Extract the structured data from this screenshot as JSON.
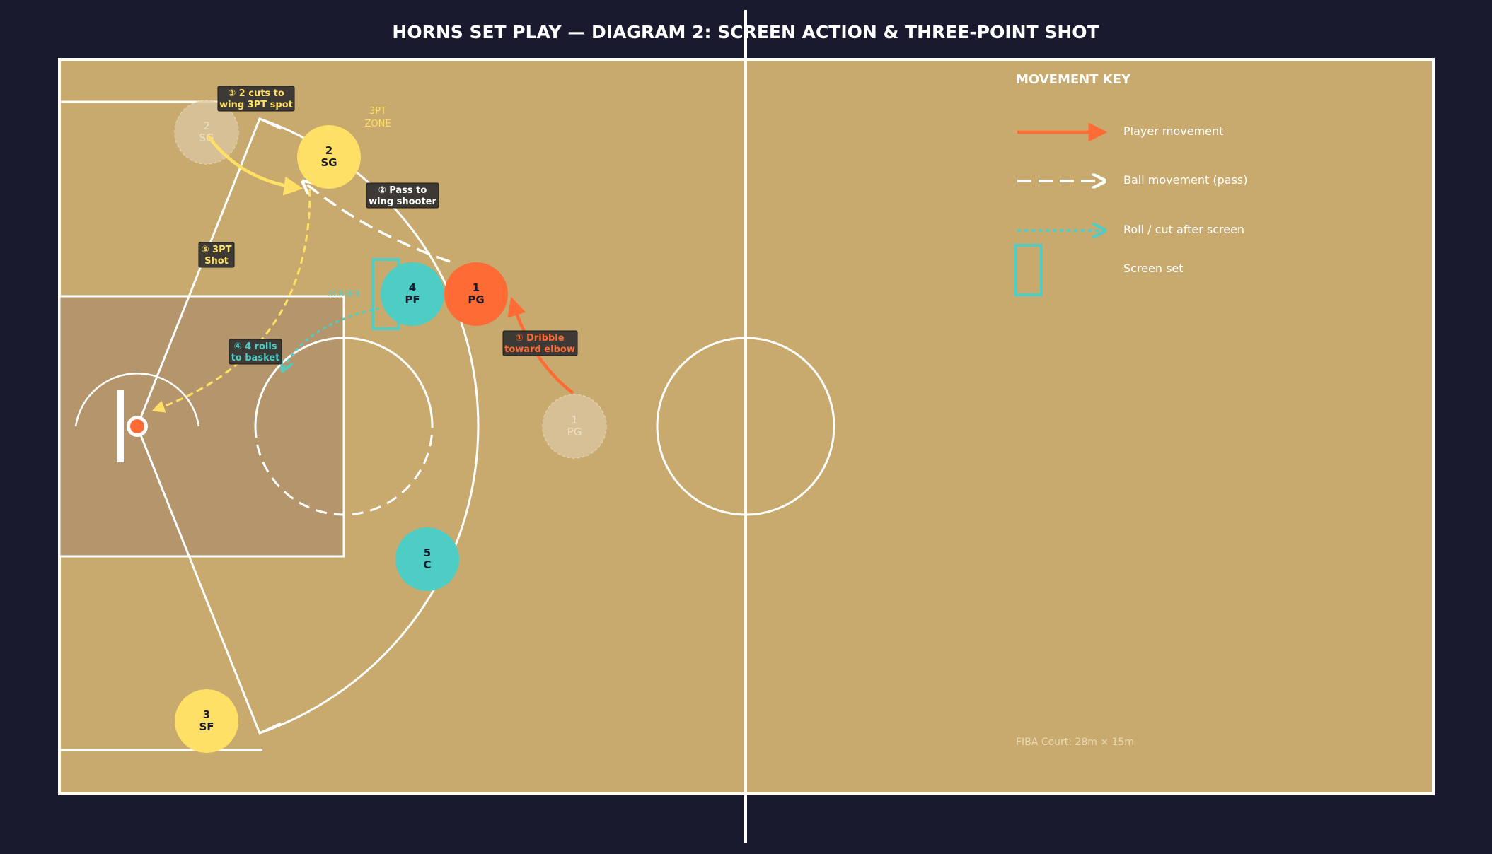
{
  "title": "HORNS SET PLAY — DIAGRAM 2: SCREEN ACTION & THREE-POINT SHOT",
  "colors": {
    "background": "#1a1a2e",
    "court": "#c8aa6e",
    "paint": "#b5956b",
    "lines": "#ffffff",
    "offense_guard": "#ffe066",
    "big_men": "#4ecdc4",
    "point_guard": "#ff6b35",
    "ghost": "#dcc6a0",
    "label_box": "#3d3a36"
  },
  "players": {
    "p2_name": "2",
    "p2_role": "SG",
    "p1_name": "1",
    "p1_role": "PG",
    "p4_name": "4",
    "p4_role": "PF",
    "p5_name": "5",
    "p5_role": "C",
    "p3_name": "3",
    "p3_role": "SF",
    "ghost2_name": "2",
    "ghost2_role": "SG",
    "ghost1_name": "1",
    "ghost1_role": "PG"
  },
  "annotations": {
    "step1_line1": "① Dribble",
    "step1_line2": "toward elbow",
    "step2_line1": "② Pass to",
    "step2_line2": "wing shooter",
    "step3_line1": "③ 2 cuts to",
    "step3_line2": "wing 3PT spot",
    "step4_line1": "④ 4 rolls",
    "step4_line2": "to basket",
    "step5_line1": "⑤ 3PT",
    "step5_line2": "Shot",
    "screen_label": "SCREEN",
    "zone_line1": "3PT",
    "zone_line2": "ZONE"
  },
  "legend": {
    "title": "MOVEMENT KEY",
    "player_movement": "Player movement",
    "ball_movement": "Ball movement (pass)",
    "roll_cut": "Roll / cut after screen",
    "screen_set": "Screen set"
  },
  "footnote": "FIBA Court: 28m × 15m",
  "icons": {
    "basket": "basket-hoop-icon",
    "screen": "screen-rectangle-icon"
  }
}
